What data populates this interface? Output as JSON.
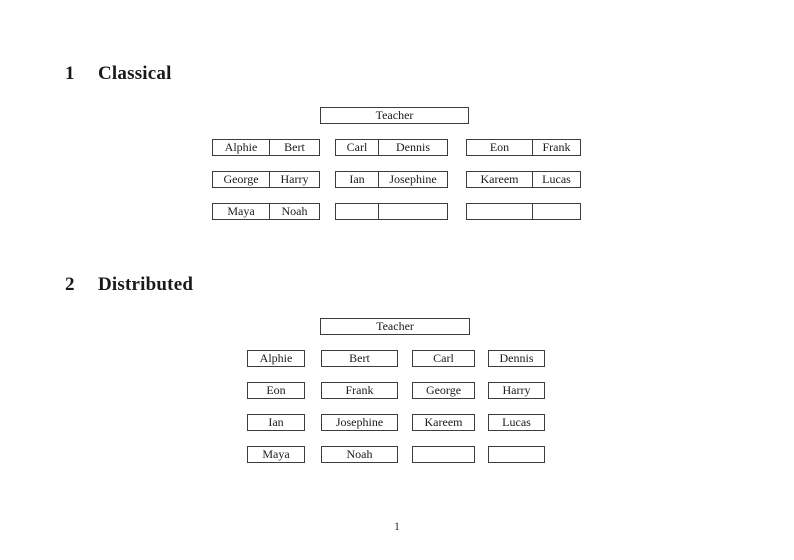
{
  "page": {
    "background": "#ffffff",
    "text_color": "#1a1a1a",
    "border_color": "#3d3d3d",
    "page_number": "1"
  },
  "section1": {
    "number": "1",
    "title": "Classical",
    "teacher": "Teacher",
    "pairs": [
      {
        "left": "Alphie",
        "right": "Bert"
      },
      {
        "left": "Carl",
        "right": "Dennis"
      },
      {
        "left": "Eon",
        "right": "Frank"
      },
      {
        "left": "George",
        "right": "Harry"
      },
      {
        "left": "Ian",
        "right": "Josephine"
      },
      {
        "left": "Kareem",
        "right": "Lucas"
      },
      {
        "left": "Maya",
        "right": "Noah"
      },
      {
        "left": "",
        "right": ""
      },
      {
        "left": "",
        "right": ""
      }
    ]
  },
  "section2": {
    "number": "2",
    "title": "Distributed",
    "teacher": "Teacher",
    "cells": [
      "Alphie",
      "Bert",
      "Carl",
      "Dennis",
      "Eon",
      "Frank",
      "George",
      "Harry",
      "Ian",
      "Josephine",
      "Kareem",
      "Lucas",
      "Maya",
      "Noah",
      "",
      ""
    ]
  }
}
